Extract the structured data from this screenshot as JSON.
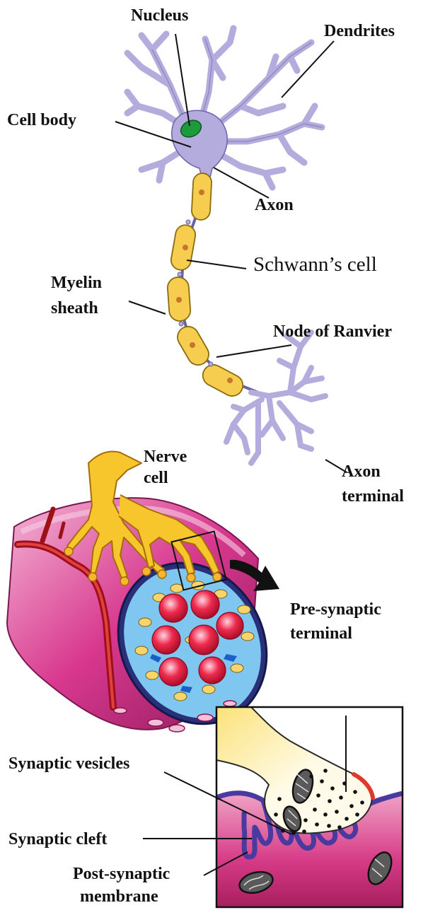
{
  "labels": {
    "nucleus": "Nucleus",
    "dendrites": "Dendrites",
    "cell_body": "Cell body",
    "axon": "Axon",
    "schwanns_cell": "Schwann’s cell",
    "myelin_sheath_line1": "Myelin",
    "myelin_sheath_line2": "sheath",
    "node_of_ranvier": "Node of Ranvier",
    "axon_terminal_line1": "Axon",
    "axon_terminal_line2": "terminal",
    "nerve_cell_line1": "Nerve",
    "nerve_cell_line2": "cell",
    "presynaptic_line1": "Pre-synaptic",
    "presynaptic_line2": "terminal",
    "synaptic_vesicles": "Synaptic vesicles",
    "synaptic_cleft": "Synaptic cleft",
    "postsynaptic_line1": "Post-synaptic",
    "postsynaptic_line2": "membrane"
  },
  "colors": {
    "neuron_fill": "#b3acdc",
    "neuron_stroke": "#6a62a8",
    "nucleus_green": "#1c9a3c",
    "schwann_fill": "#f6cd4e",
    "schwann_nucleus": "#c7752b",
    "muscle_pink": "#d8388e",
    "nerve_yellow": "#f7c52c",
    "vessel_red": "#c0161f",
    "fiber_red": "#e8173a",
    "membrane_blue": "#4a3aa0",
    "leader_black": "#111111"
  }
}
